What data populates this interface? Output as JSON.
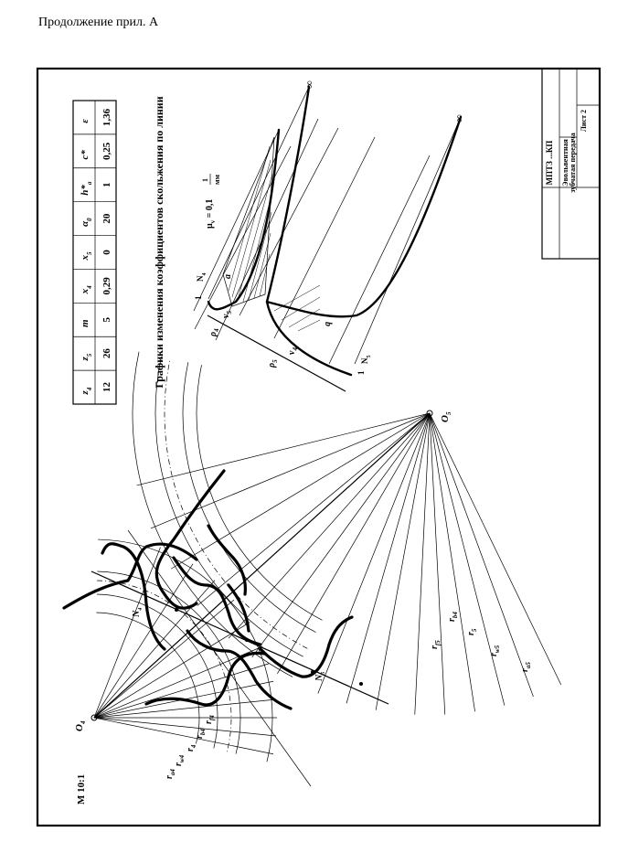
{
  "header": {
    "title": "Продолжение прил. А"
  },
  "sheet": {
    "scale_label": "М 10:1",
    "plot_title": "Графики изменения коэффициентов скольжения по линии",
    "mu_label": "μ",
    "mu_sub": "v",
    "mu_value": " = 0,1",
    "mu_num": "1",
    "mu_den": "мм",
    "infinity": "∞",
    "table": {
      "headers": [
        {
          "main": "z",
          "sub": "4"
        },
        {
          "main": "z",
          "sub": "5"
        },
        {
          "main": "m",
          "sub": ""
        },
        {
          "main": "x",
          "sub": "4"
        },
        {
          "main": "x",
          "sub": "5"
        },
        {
          "main": "α",
          "sub": "0"
        },
        {
          "main": "h*",
          "sub": "a"
        },
        {
          "main": "c*",
          "sub": ""
        },
        {
          "main": "ε",
          "sub": ""
        }
      ],
      "values": [
        "12",
        "26",
        "5",
        "0,29",
        "0",
        "20",
        "1",
        "0,25",
        "1,36"
      ]
    },
    "title_block": {
      "code": "МПТЗ ...КП",
      "name_line1": "Эвольвентная",
      "name_line2": "зубчатая передача",
      "sheet_no": "Лист 2"
    },
    "centers": {
      "o4": "O",
      "o4_sub": "4",
      "o5": "O",
      "o5_sub": "5"
    },
    "radii4": [
      {
        "main": "r",
        "sub": "f4"
      },
      {
        "main": "r",
        "sub": "b4"
      },
      {
        "main": "r",
        "sub": "4"
      },
      {
        "main": "r",
        "sub": "w4"
      },
      {
        "main": "r",
        "sub": "a4"
      }
    ],
    "radii5": [
      {
        "main": "r",
        "sub": "f5"
      },
      {
        "main": "r",
        "sub": "b4"
      },
      {
        "main": "r",
        "sub": "5"
      },
      {
        "main": "r",
        "sub": "w5"
      },
      {
        "main": "r",
        "sub": "a5"
      }
    ],
    "plot_labels": {
      "one": "1",
      "n4": "N",
      "n4_sub": "4",
      "n5": "N",
      "n5_sub": "5",
      "a": "a",
      "b": "b",
      "v4": "ν",
      "v4_sub": "4",
      "v5": "ν",
      "v5_sub": "5",
      "p4": "ρ",
      "p4_sub": "4",
      "p5": "ρ",
      "p5_sub": "5"
    },
    "line_labels": {
      "n4": "N",
      "n4_sub": "4",
      "n5": "N",
      "n5_sub": "5"
    }
  }
}
